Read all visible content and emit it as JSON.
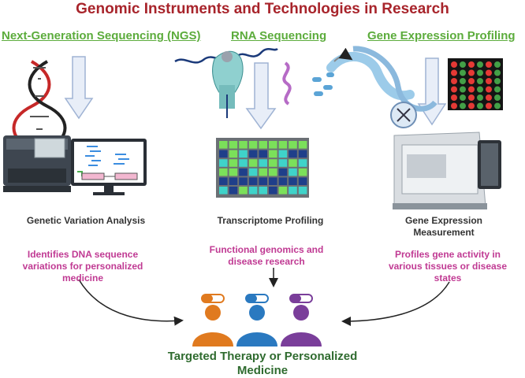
{
  "title": "Genomic Instruments and Technologies in Research",
  "columns": [
    {
      "heading": "Next-Generation Sequencing (NGS)",
      "caption": "Genetic Variation Analysis",
      "description": "Identifies DNA sequence variations for personalized medicine"
    },
    {
      "heading": "RNA Sequencing",
      "caption": "Transcriptome Profiling",
      "description": "Functional genomics and disease research"
    },
    {
      "heading": "Gene Expression Profiling",
      "caption": "Gene Expression Measurement",
      "description": "Profiles gene activity in various tissues or disease states"
    }
  ],
  "outcome": "Targeted Therapy or Personalized Medicine",
  "colors": {
    "title": "#a8242b",
    "heading": "#5cac3c",
    "description": "#c03a93",
    "outcome": "#2f6b2f",
    "person_orange": "#e07a1f",
    "person_blue": "#2a79c0",
    "person_purple": "#7a3e9a"
  }
}
